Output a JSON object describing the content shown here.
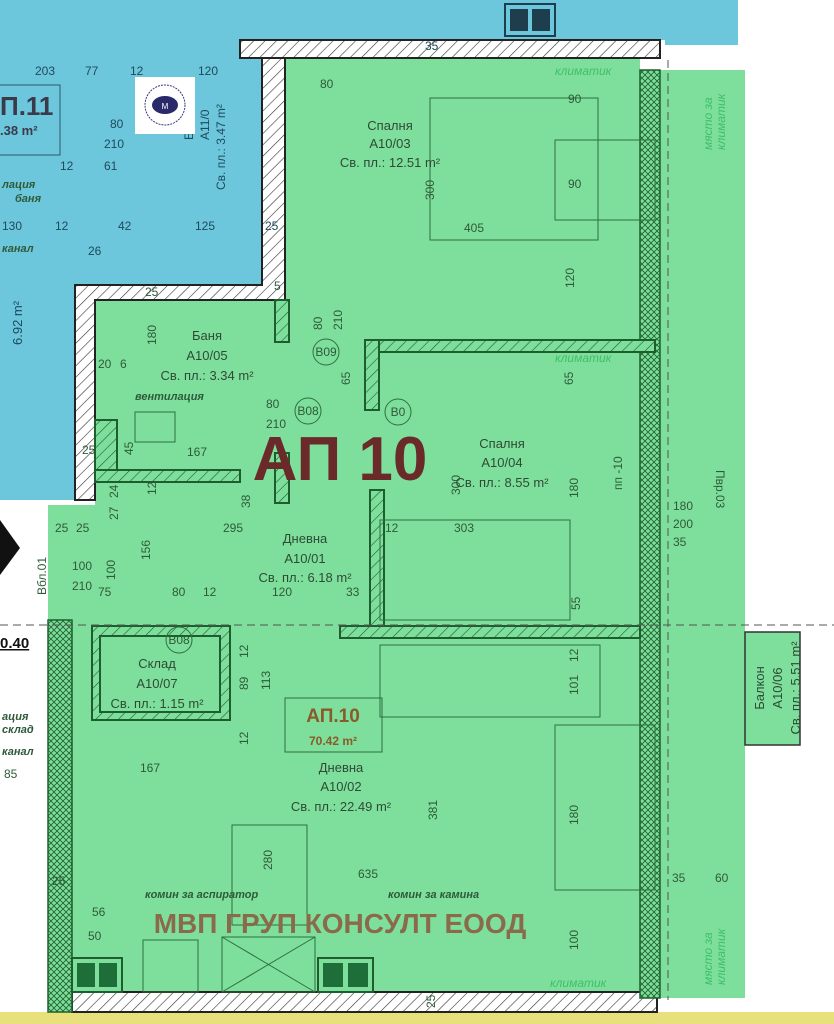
{
  "plan": {
    "apartment_big": "АП 10",
    "apartment_tag": "АП.10",
    "apartment_area": "70.42 m²",
    "neighbor_tag": "П.11",
    "neighbor_area": ".38 m²",
    "neighbor_side_area": "6.92 m²",
    "neighbor_bath": {
      "name": "Баня",
      "code": "А11/0",
      "area": "Св. пл.: 3.47 m²"
    },
    "level_label": "0.40",
    "watermark": "МВП ГРУП КОНСУЛТ ЕООД",
    "logo_text": "MVP GROUP REAL ESTATE LTD",
    "logo_letter": "M",
    "colors": {
      "apartment": "#7ddf9b",
      "neighbor": "#6cc6dc",
      "title": "#6b2a2a",
      "watermark": "#8a6a4a"
    }
  },
  "rooms": [
    {
      "name": "Спалня",
      "code": "А10/03",
      "area": "Св. пл.: 12.51 m²"
    },
    {
      "name": "Баня",
      "code": "А10/05",
      "area": "Св. пл.: 3.34 m²"
    },
    {
      "name": "Спалня",
      "code": "А10/04",
      "area": "Св. пл.: 8.55 m²"
    },
    {
      "name": "Дневна",
      "code": "А10/01",
      "area": "Св. пл.: 6.18 m²"
    },
    {
      "name": "Склад",
      "code": "А10/07",
      "area": "Св. пл.: 1.15 m²"
    },
    {
      "name": "Дневна",
      "code": "А10/02",
      "area": "Св. пл.: 22.49 m²"
    },
    {
      "name": "Балкон",
      "code": "А10/06",
      "area": "Св. пл.: 5.51 m²"
    }
  ],
  "notes": {
    "ventilation": "вентилация",
    "ventilation_bath": "лация",
    "bath": "баня",
    "channel": "канал",
    "ventilation_store": "ация",
    "store": "склад",
    "chimney_hood": "комин за аспиратор",
    "chimney_fireplace": "комин за камина",
    "ac": "климатик",
    "ac_place_1": "място за",
    "ac_place_2": "климатик"
  },
  "doors": [
    "B09",
    "B08",
    "B0",
    "B08",
    "Вбл.01",
    "Пвр.03"
  ],
  "dimensions": {
    "d203": "203",
    "d77": "77",
    "d12": "12",
    "d120": "120",
    "d80": "80",
    "d210": "210",
    "d61": "61",
    "d130": "130",
    "d42": "42",
    "d125": "125",
    "d25": "25",
    "d26": "26",
    "d90": "90",
    "d35": "35",
    "d300": "300",
    "d405": "405",
    "d65": "65",
    "d167": "167",
    "d45": "45",
    "d20": "20",
    "d6": "6",
    "d180": "180",
    "d24": "24",
    "d27": "27",
    "d38": "38",
    "d295": "295",
    "d303": "303",
    "d156": "156",
    "d100": "100",
    "d75": "75",
    "d33": "33",
    "d55": "55",
    "d89": "89",
    "d113": "113",
    "d101": "101",
    "d381": "381",
    "d280": "280",
    "d635": "635",
    "d56": "56",
    "d50": "50",
    "d60": "60",
    "d200": "200",
    "d85": "85",
    "pp": "пп -10",
    "d5": "5"
  }
}
